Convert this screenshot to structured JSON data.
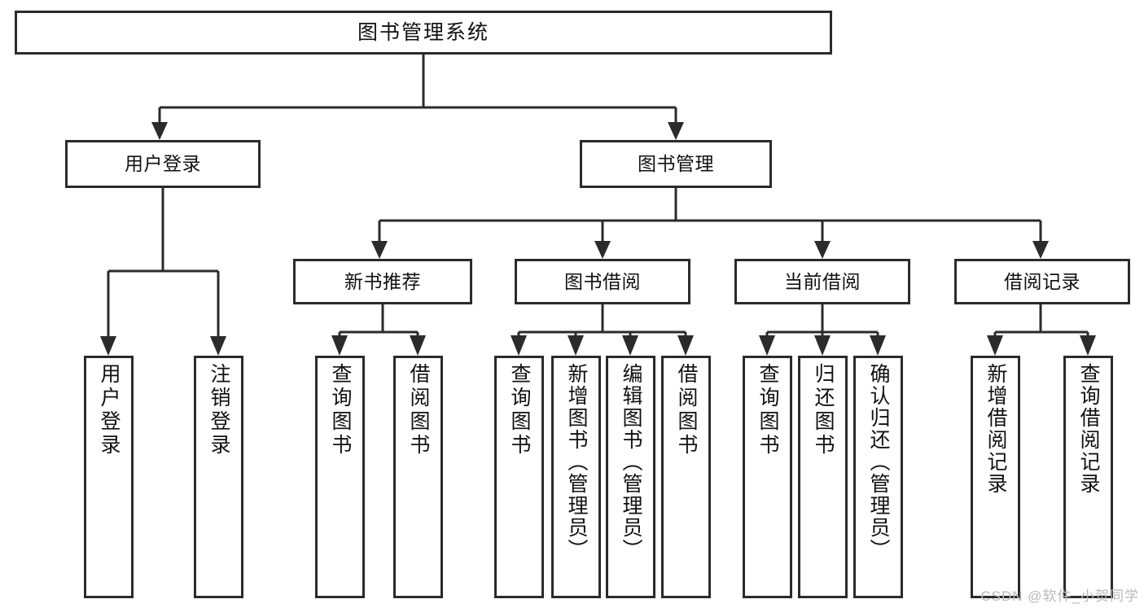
{
  "diagram": {
    "title": "图书管理系统",
    "type": "tree-hierarchy",
    "root": {
      "label": "图书管理系统"
    },
    "level1": [
      {
        "label": "用户登录"
      },
      {
        "label": "图书管理"
      }
    ],
    "level2": [
      {
        "label": "新书推荐"
      },
      {
        "label": "图书借阅"
      },
      {
        "label": "当前借阅"
      },
      {
        "label": "借阅记录"
      }
    ],
    "leaves": {
      "user_login": [
        {
          "label": "用户登录"
        },
        {
          "label": "注销登录"
        }
      ],
      "new_book_recommend": [
        {
          "label": "查询图书"
        },
        {
          "label": "借阅图书"
        }
      ],
      "book_borrow": [
        {
          "label": "查询图书"
        },
        {
          "label": "新增图书（管理员）"
        },
        {
          "label": "编辑图书（管理员）"
        },
        {
          "label": "借阅图书"
        }
      ],
      "current_borrow": [
        {
          "label": "查询图书"
        },
        {
          "label": "归还图书"
        },
        {
          "label": "确认归还（管理员）"
        }
      ],
      "borrow_record": [
        {
          "label": "新增借阅记录"
        },
        {
          "label": "查询借阅记录"
        }
      ]
    }
  },
  "watermark": {
    "text": "CSDN @软件_小贺同学"
  },
  "colors": {
    "stroke": "#2b2b2b",
    "background": "#ffffff",
    "text": "#111111",
    "watermark": "#b9b9b9"
  }
}
